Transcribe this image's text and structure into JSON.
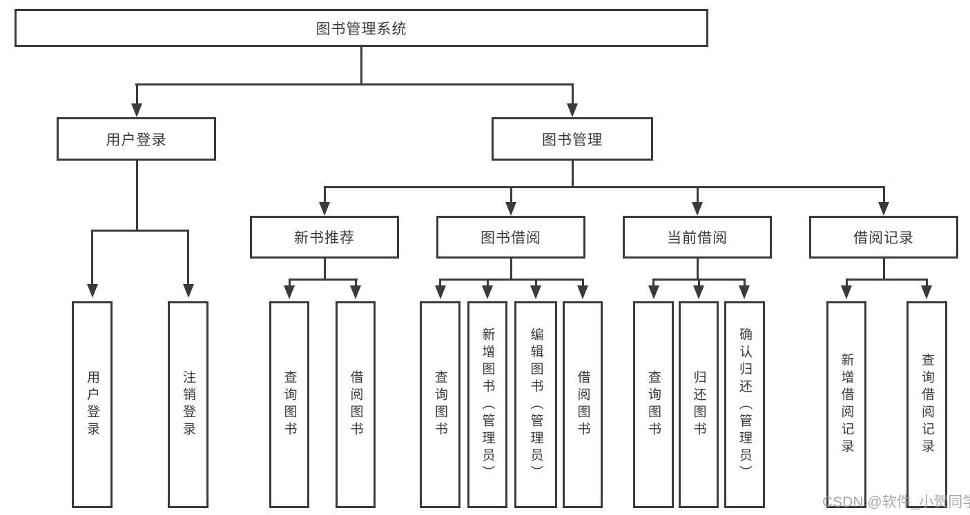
{
  "diagram": {
    "root": "图书管理系统",
    "level2": {
      "user_login": "用户登录",
      "book_mgmt": "图书管理"
    },
    "level3": {
      "new_book": "新书推荐",
      "borrow": "图书借阅",
      "current": "当前借阅",
      "records": "借阅记录"
    },
    "leaves": {
      "user_login": "用户登录",
      "logout": "注销登录",
      "query_book_new": "查询图书",
      "borrow_book_new": "借阅图书",
      "query_book_borrow": "查询图书",
      "add_book_admin": "新增图书（管理员）",
      "edit_book_admin": "编辑图书（管理员）",
      "borrow_book_borrow": "借阅图书",
      "query_book_current": "查询图书",
      "return_book": "归还图书",
      "confirm_return_admin": "确认归还（管理员）",
      "add_borrow_record": "新增借阅记录",
      "query_borrow_record": "查询借阅记录"
    },
    "watermark": "CSDN @软件_小贺同学",
    "colors": {
      "line": "#3a3a3a",
      "text": "#3a3a3a",
      "watermark": "#9b9b9b",
      "background": "#ffffff"
    }
  }
}
